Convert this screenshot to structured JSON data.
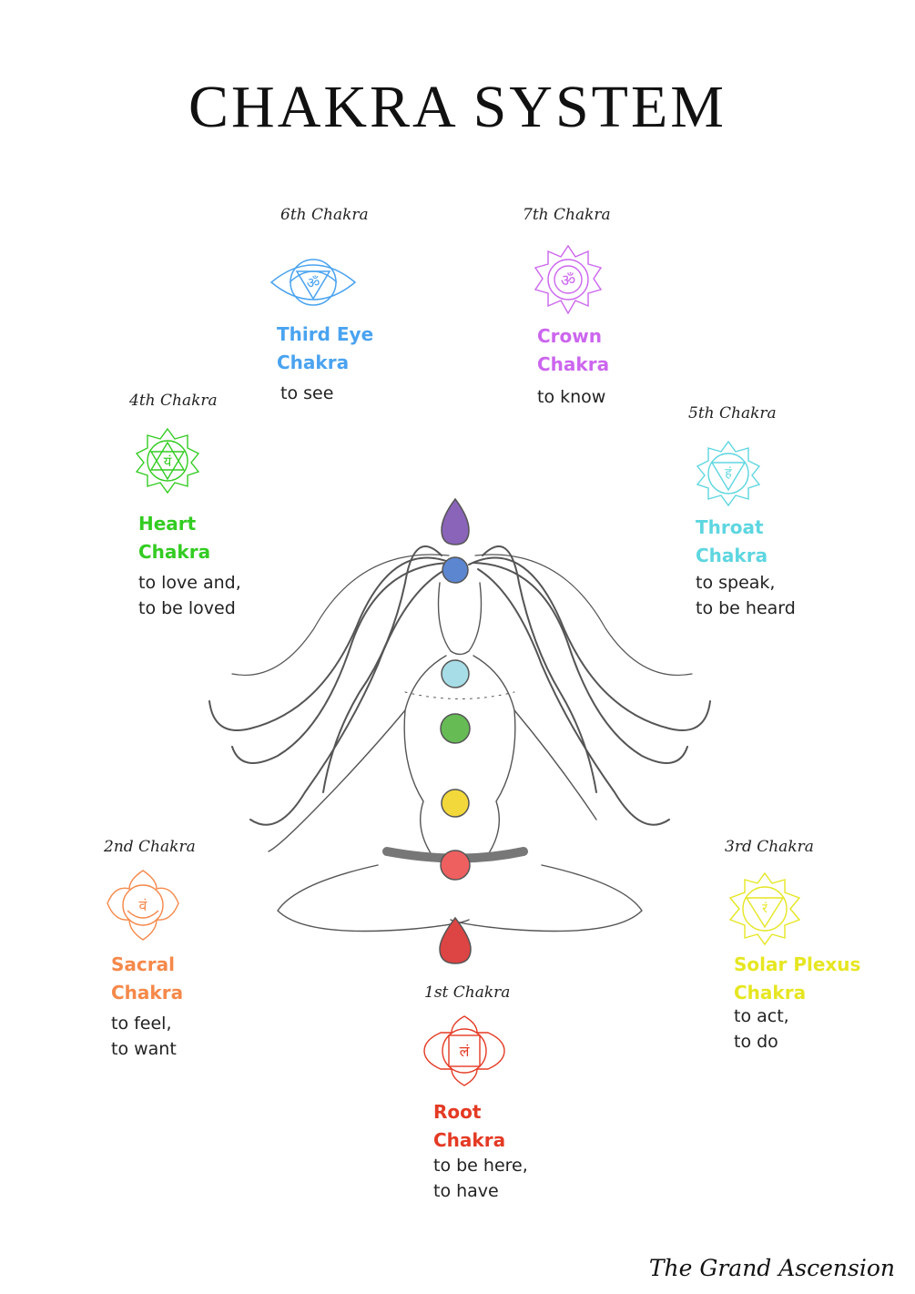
{
  "title": "CHAKRA SYSTEM",
  "brand": "The Grand Ascension",
  "chakras": {
    "crown": {
      "number": "7th Chakra",
      "name1": "Crown",
      "name2": "Chakra",
      "desc1": "to know",
      "desc2": "",
      "color": "#cc66ee",
      "icon": "crown-chakra-lotus-icon"
    },
    "thirdeye": {
      "number": "6th Chakra",
      "name1": "Third Eye",
      "name2": "Chakra",
      "desc1": "to see",
      "desc2": "",
      "color": "#4aa3f0",
      "icon": "third-eye-chakra-icon"
    },
    "throat": {
      "number": "5th Chakra",
      "name1": "Throat",
      "name2": "Chakra",
      "desc1": "to speak,",
      "desc2": "to be heard",
      "color": "#5ed6e0",
      "icon": "throat-chakra-icon"
    },
    "heart": {
      "number": "4th Chakra",
      "name1": "Heart",
      "name2": "Chakra",
      "desc1": "to love and,",
      "desc2": "to be loved",
      "color": "#33cc22",
      "icon": "heart-chakra-icon"
    },
    "solar": {
      "number": "3rd Chakra",
      "name1": "Solar Plexus",
      "name2": "Chakra",
      "desc1": "to act,",
      "desc2": "to do",
      "color": "#e6e622",
      "icon": "solar-plexus-chakra-icon"
    },
    "sacral": {
      "number": "2nd Chakra",
      "name1": "Sacral",
      "name2": "Chakra",
      "desc1": "to feel,",
      "desc2": "to want",
      "color": "#f5894a",
      "icon": "sacral-chakra-icon"
    },
    "root": {
      "number": "1st Chakra",
      "name1": "Root",
      "name2": "Chakra",
      "desc1": "to be here,",
      "desc2": "to have",
      "color": "#e43a24",
      "icon": "root-chakra-icon"
    }
  },
  "body_points": [
    "#8a64b8",
    "#5c86d0",
    "#a6dde6",
    "#66bb55",
    "#f2d83a",
    "#ee6060",
    "#dd4444"
  ]
}
